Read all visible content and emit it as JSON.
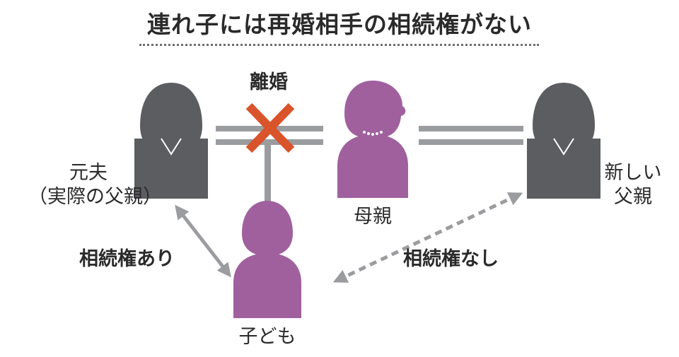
{
  "title": "連れ子には再婚相手の相続権がない",
  "people": {
    "ex_husband": {
      "line1": "元夫",
      "line2": "（実際の父親）"
    },
    "mother": {
      "label": "母親"
    },
    "new_father": {
      "line1": "新しい",
      "line2": "父親"
    },
    "child": {
      "label": "子ども"
    }
  },
  "relations": {
    "divorce": "離婚",
    "has_inheritance": "相続権あり",
    "no_inheritance": "相続権なし"
  },
  "colors": {
    "male_figure": "#5b5d60",
    "female_figure": "#a0609e",
    "marriage_line": "#9a9c9f",
    "divorce_cross": "#d9532b",
    "arrow": "#9a9c9f",
    "text": "#2a2a2a"
  },
  "icons": [
    "person-male-icon",
    "person-female-icon",
    "cross-icon",
    "double-arrow-icon"
  ]
}
